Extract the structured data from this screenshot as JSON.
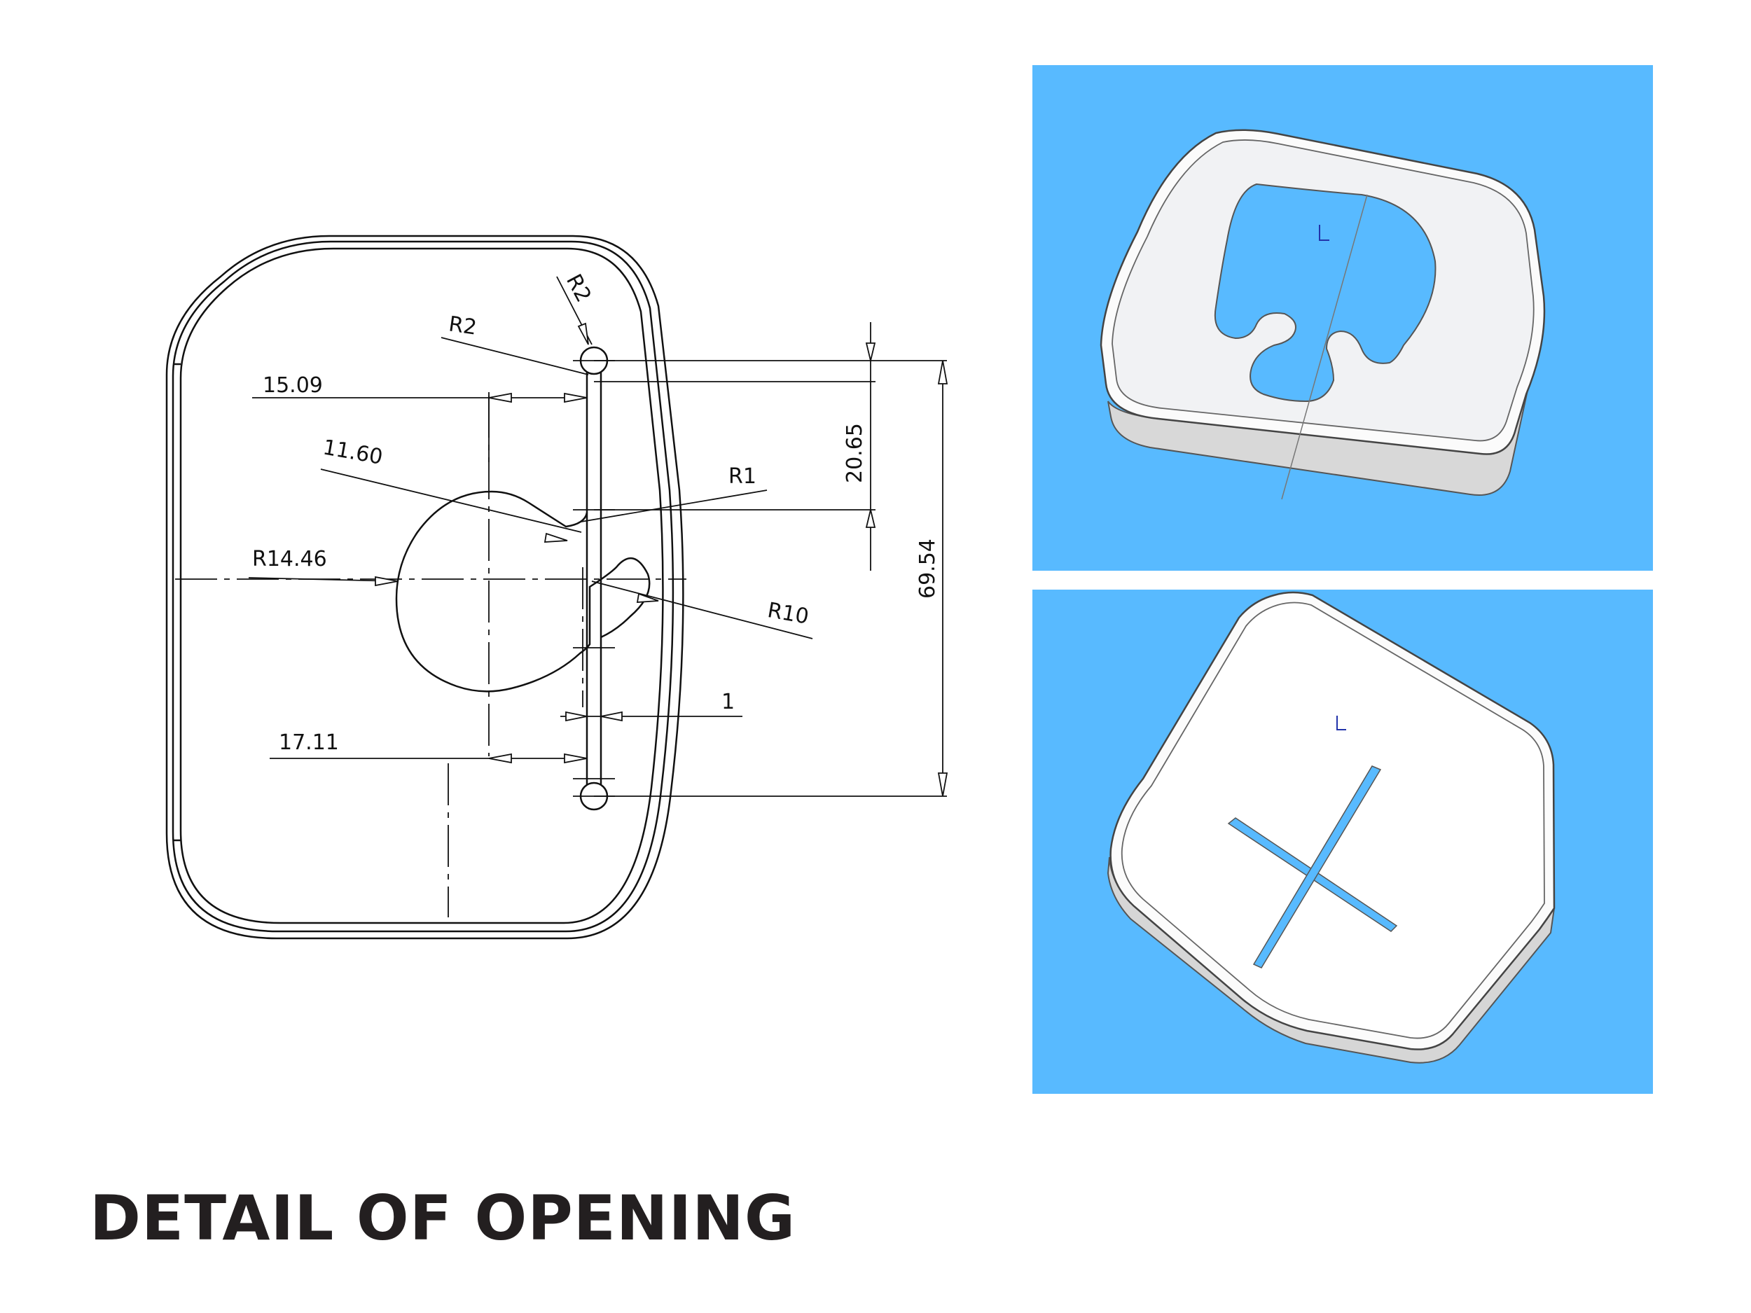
{
  "title": "DETAIL OF OPENING",
  "dimensions": {
    "r2_top": "R2",
    "r2_side": "R2",
    "d_15_09": "15.09",
    "d_11_60": "11.60",
    "r1": "R1",
    "r14_46": "R14.46",
    "r10": "R10",
    "d_1": "1",
    "d_17_11": "17.11",
    "d_20_65": "20.65",
    "d_69_54": "69.54"
  },
  "colors": {
    "background": "#ffffff",
    "render_background": "#58baff",
    "title": "#231f20"
  }
}
